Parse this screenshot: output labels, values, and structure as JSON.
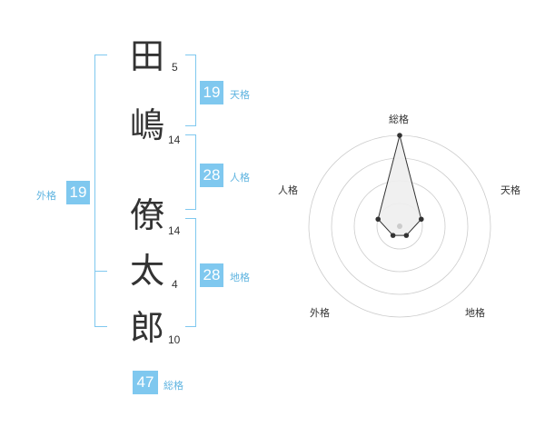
{
  "name": {
    "chars": [
      {
        "char": "田",
        "strokes": "5"
      },
      {
        "char": "嶋",
        "strokes": "14"
      },
      {
        "char": "僚",
        "strokes": "14"
      },
      {
        "char": "太",
        "strokes": "4"
      },
      {
        "char": "郎",
        "strokes": "10"
      }
    ]
  },
  "kakusu": {
    "tenkaku": {
      "value": "19",
      "label": "天格"
    },
    "jinkaku": {
      "value": "28",
      "label": "人格"
    },
    "chikaku": {
      "value": "28",
      "label": "地格"
    },
    "gaikaku": {
      "value": "19",
      "label": "外格"
    },
    "soukaku": {
      "value": "47",
      "label": "総格"
    }
  },
  "chart_data": {
    "type": "radar",
    "axes": [
      "総格",
      "天格",
      "地格",
      "外格",
      "人格"
    ],
    "values": [
      4,
      1,
      0.5,
      0.5,
      1
    ],
    "max": 4,
    "rings": 4,
    "colors": {
      "line": "#333333",
      "fill": "#eeeeee",
      "ring": "#cccccc",
      "center": "#cccccc"
    }
  }
}
